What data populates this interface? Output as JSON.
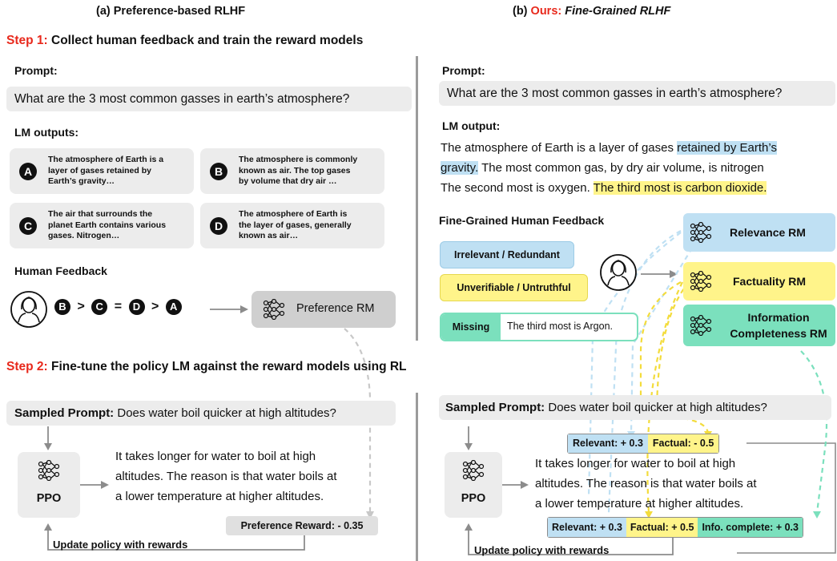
{
  "header": {
    "left": "(a) Preference-based RLHF",
    "right_prefix": "(b) ",
    "right_ours": "Ours:",
    "right_title": " Fine-Grained RLHF"
  },
  "step1": {
    "label": "Step 1:",
    "text": " Collect human feedback and train the reward models"
  },
  "step2": {
    "label": "Step 2:",
    "text": " Fine-tune the policy LM against the reward models using RL"
  },
  "left": {
    "prompt_label": "Prompt:",
    "prompt_text": "What are the 3 most common gasses in earth’s atmosphere?",
    "outputs_label": "LM outputs:",
    "cards": [
      {
        "letter": "A",
        "lines": [
          "The atmosphere of Earth is a",
          "layer of gases retained by",
          "Earth’s gravity…"
        ]
      },
      {
        "letter": "B",
        "lines": [
          "The atmosphere is commonly",
          "known as air. The top gases",
          "by volume that dry air …"
        ]
      },
      {
        "letter": "C",
        "lines": [
          "The air that surrounds the",
          "planet Earth contains various",
          "gases. Nitrogen…"
        ]
      },
      {
        "letter": "D",
        "lines": [
          "The atmosphere of Earth is",
          "the layer of gases, generally",
          "known as air…"
        ]
      }
    ],
    "hf_label": "Human Feedback",
    "ranking": {
      "b": "B",
      "gt1": ">",
      "c": "C",
      "eq": "=",
      "d": "D",
      "gt2": ">",
      "a": "A"
    },
    "pref_rm": "Preference RM",
    "sampled_label": "Sampled Prompt:",
    "sampled_text": " Does water boil quicker at high altitudes?",
    "ppo": "PPO",
    "response": [
      "It takes longer for water to boil at high",
      "altitudes. The reason is that water boils at",
      "a lower temperature at higher altitudes."
    ],
    "pref_reward": "Preference Reward: - 0.35",
    "update": "Update policy with rewards"
  },
  "right": {
    "prompt_label": "Prompt:",
    "prompt_text": "What are the 3 most common gasses in earth’s atmosphere?",
    "output_label": "LM output:",
    "output": {
      "l1a": "The atmosphere of Earth is a layer of gases ",
      "l1b": "retained by Earth’s",
      "l2a": "gravity.",
      "l2b": " The most common gas, by dry air volume, is nitrogen",
      "l3a": "The second most is oxygen. ",
      "l3b": "The third most is carbon dioxide."
    },
    "fg_label": "Fine-Grained Human Feedback",
    "fb_irrelevant": "Irrelevant / Redundant",
    "fb_unverifiable": "Unverifiable / Untruthful",
    "fb_missing": "Missing",
    "fb_missing_text": "The third most is Argon.",
    "rm_relevance": "Relevance RM",
    "rm_factuality": "Factuality RM",
    "rm_info_1": "Information",
    "rm_info_2": "Completeness RM",
    "sampled_label": "Sampled Prompt:",
    "sampled_text": " Does water boil quicker at high altitudes?",
    "ppo": "PPO",
    "response": [
      "It takes longer for water to boil at high",
      "altitudes. The reason is that water boils at",
      "a lower temperature at higher altitudes."
    ],
    "reward1_rel": "Relevant: + 0.3",
    "reward1_fac": "Factual: - 0.5",
    "reward2_rel": "Relevant: + 0.3",
    "reward2_fac": "Factual: + 0.5",
    "reward2_info": "Info. complete: + 0.3",
    "update": "Update policy with rewards"
  },
  "colors": {
    "red": "#e8291c",
    "blue": "#bfe0f3",
    "yellow": "#fff48a",
    "green": "#7be0bd",
    "gray": "#ececec"
  }
}
